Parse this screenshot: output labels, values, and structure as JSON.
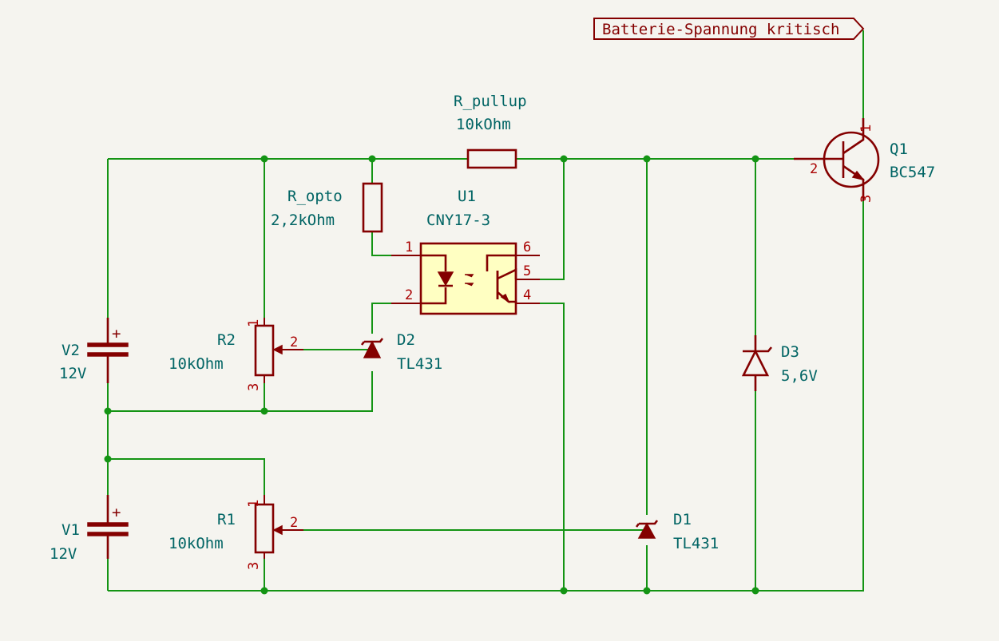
{
  "global_label": "Batterie-Spannung kritisch",
  "components": {
    "r_pullup": {
      "ref": "R_pullup",
      "value": "10kOhm"
    },
    "r_opto": {
      "ref": "R_opto",
      "value": "2,2kOhm"
    },
    "u1": {
      "ref": "U1",
      "value": "CNY17-3",
      "pins": [
        "1",
        "2",
        "6",
        "5",
        "4"
      ]
    },
    "q1": {
      "ref": "Q1",
      "value": "BC547",
      "pins": [
        "1",
        "2",
        "3"
      ]
    },
    "v2": {
      "ref": "V2",
      "value": "12V",
      "polarity": "+"
    },
    "v1": {
      "ref": "V1",
      "value": "12V",
      "polarity": "+"
    },
    "r2": {
      "ref": "R2",
      "value": "10kOhm",
      "pins": [
        "1",
        "2",
        "3"
      ]
    },
    "r1": {
      "ref": "R1",
      "value": "10kOhm",
      "pins": [
        "1",
        "2",
        "3"
      ]
    },
    "d2": {
      "ref": "D2",
      "value": "TL431"
    },
    "d1": {
      "ref": "D1",
      "value": "TL431"
    },
    "d3": {
      "ref": "D3",
      "value": "5,6V"
    }
  },
  "colors": {
    "wire": "#149414",
    "component": "#840000",
    "text": "#006464",
    "pin_number": "#a90000",
    "opto_fill": "#ffffc2",
    "background": "#f5f4ef"
  }
}
